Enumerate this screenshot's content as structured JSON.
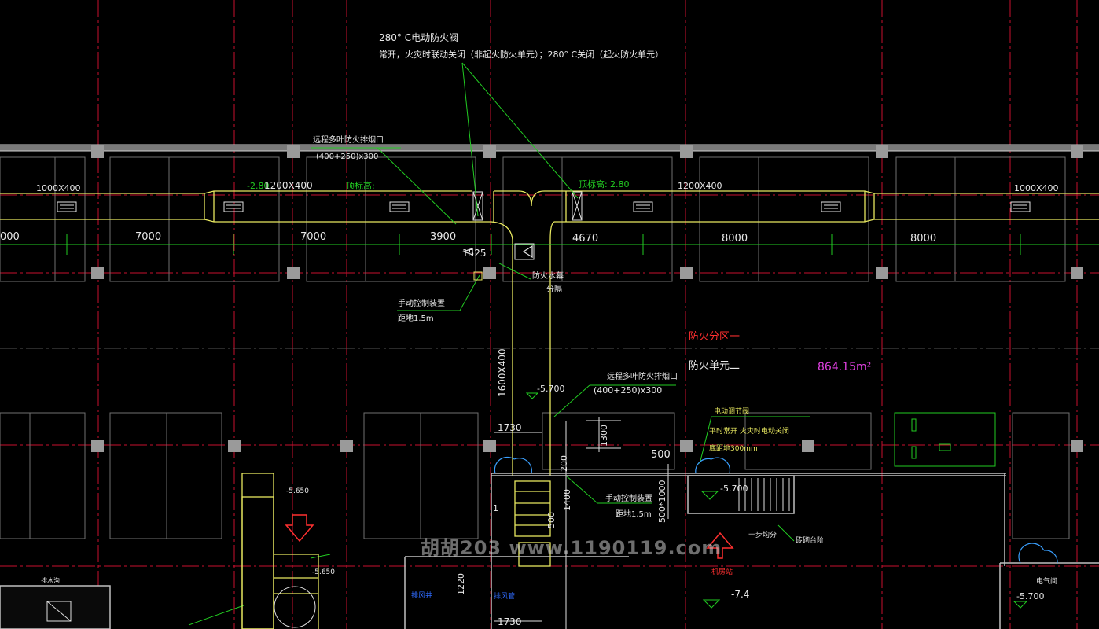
{
  "colors": {
    "background": "#000000",
    "axis": "#c8102e",
    "wall": "#c0c0c0",
    "duct": "#e8e860",
    "leader": "#22cc22",
    "dim": "#22cc22",
    "column": "#9a9a9a",
    "magenta": "#e040e0",
    "red_text": "#ff3030",
    "blue_text": "#2f6bff"
  },
  "notes": {
    "damper_title": "280° C电动防火阀",
    "damper_desc": "常开，火灾时联动关闭（非起火防火单元）；280° C关闭（起火防火单元）",
    "exhaust_top_name": "远程多叶防火排烟口",
    "exhaust_top_size": "(400+250)x300",
    "exhaust_mid_name": "远程多叶防火排烟口",
    "exhaust_mid_size": "(400+250)x300",
    "manual_1_name": "手动控制装置",
    "manual_1_height": "距地1.5m",
    "manual_2_name": "手动控制装置",
    "manual_2_height": "距地1.5m",
    "water_curtain_1": "防火水幕",
    "water_curtain_2": "分隔",
    "fire_zone": "防火分区一",
    "fire_unit": "防火单元二",
    "area": "864.15m²",
    "elec_valve_1": "电动调节阀",
    "elec_valve_2": "平时常开 火灾时电动关闭",
    "elec_valve_3": "底距地300mm",
    "stair_note": "十步均分",
    "stair_label": "砖砌台阶",
    "red_small": "机房站",
    "blue_1": "排风井",
    "blue_2": "排风管",
    "small_left": "排水沟",
    "elec_room": "电气间"
  },
  "duct": {
    "size_left": "1000X400",
    "size_1": "1200X400",
    "size_2": "1200X400",
    "size_right": "1000X400",
    "vertical_size": "1600X400",
    "top_left_label": "顶标高:",
    "top_right_label": "顶标高:",
    "top_right_value": "2.80",
    "top_left_value": "-2.80",
    "mid_level": "-5.700",
    "side_level": "-5.700",
    "floor_level": "-7.4",
    "elec_level": "-5.700",
    "left_level_1": "-5.650",
    "left_level_2": "-5.650"
  },
  "dims": {
    "d0": "000",
    "d1": "7000",
    "d2": "7000",
    "d3": "3900",
    "d4": "4670",
    "d5": "8000",
    "d6": "8000",
    "d_1525": "1525",
    "d_1730a": "1730",
    "d_1730b": "1730",
    "d_1300": "1300",
    "d_500a": "500",
    "d_500b": "500",
    "d_500x1000": "500*1000",
    "d_1400": "1400",
    "d_1220": "1220",
    "d_200": "200",
    "d_1": "1"
  },
  "watermark": "胡胡203 www.1190119.com"
}
